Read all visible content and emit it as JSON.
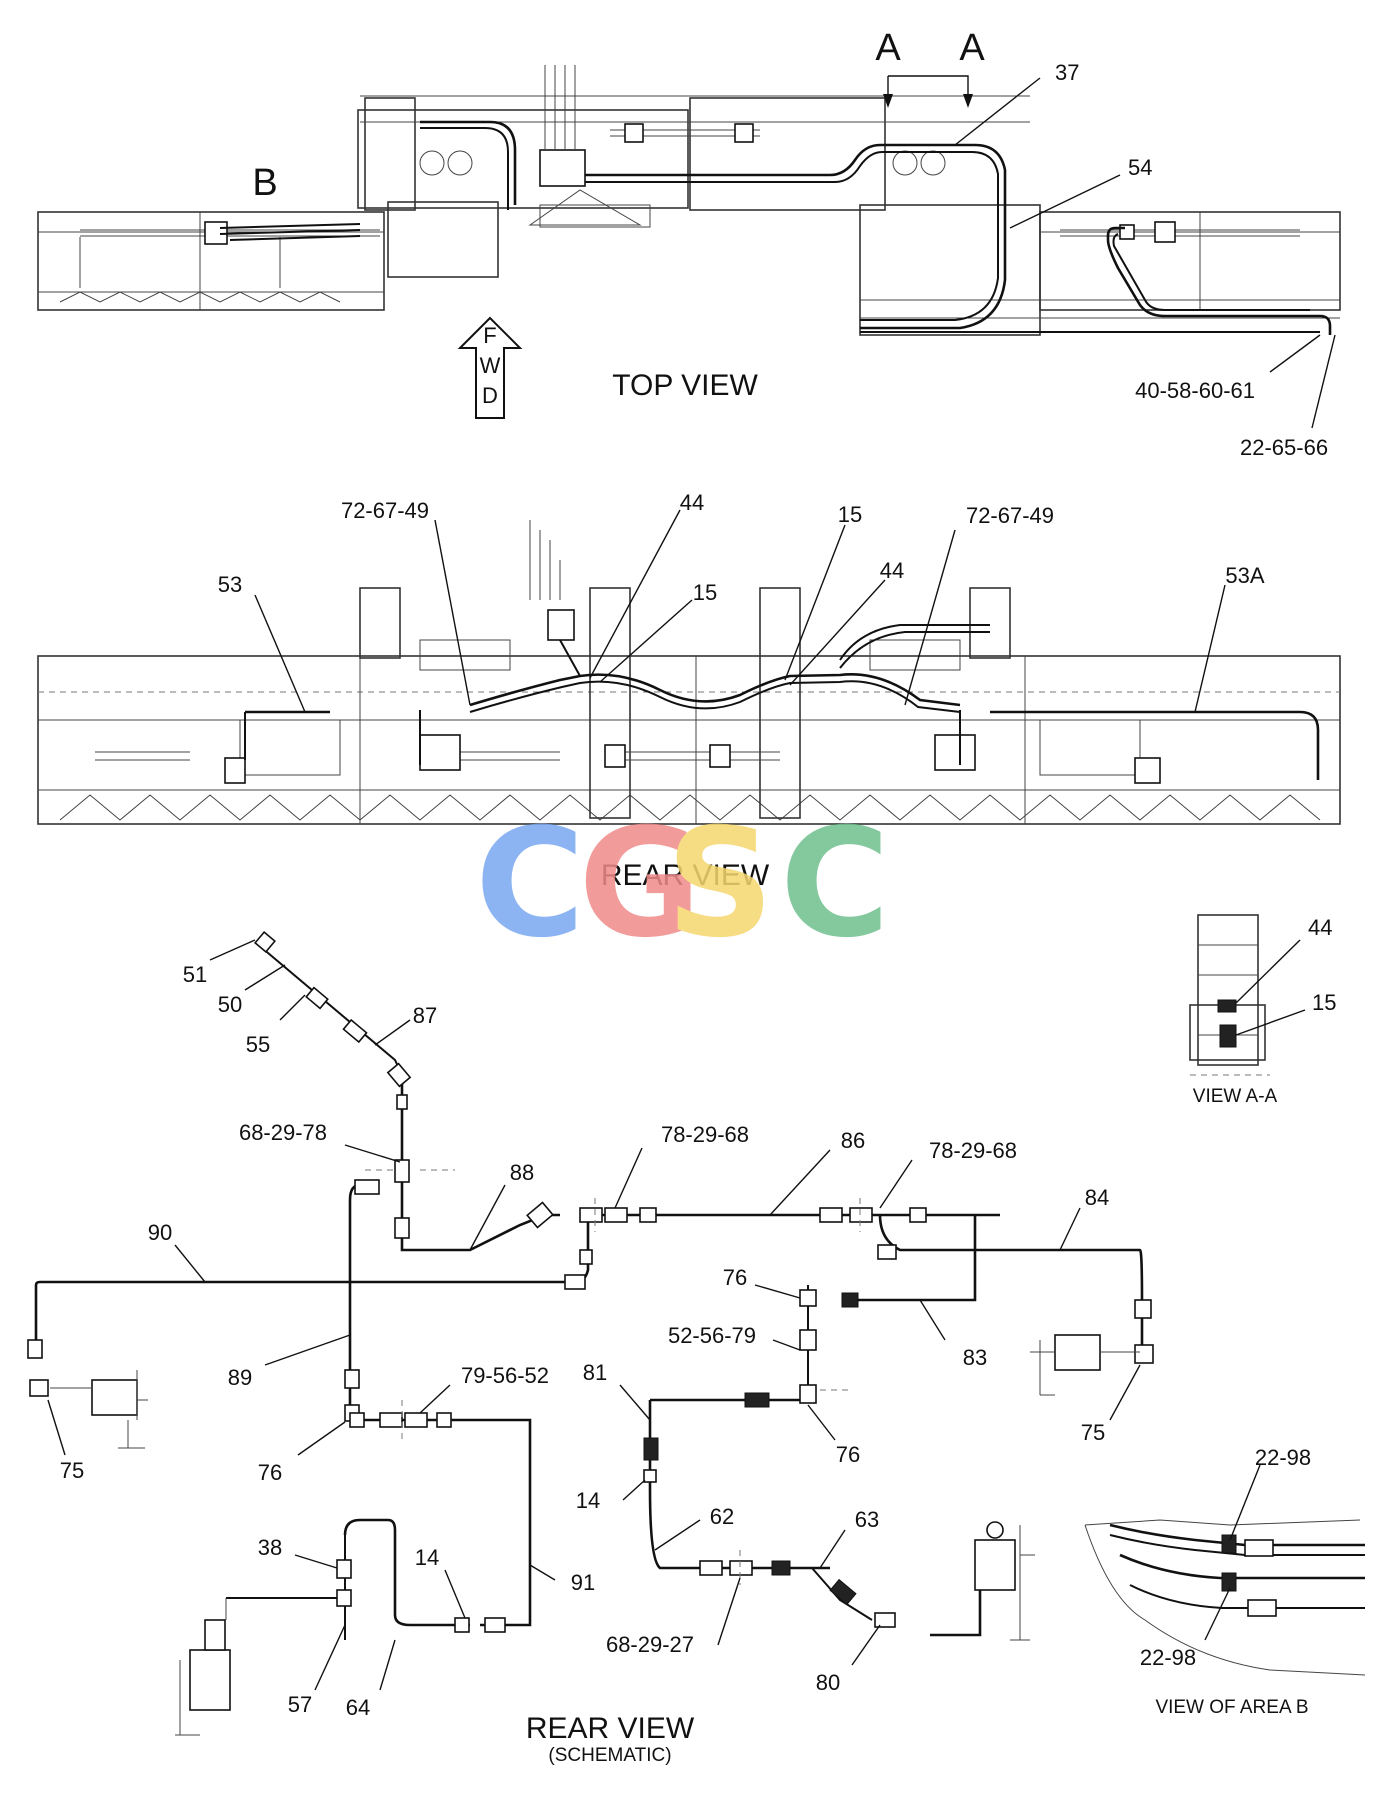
{
  "top_view": {
    "title": "TOP VIEW",
    "fwd_letters": [
      "F",
      "W",
      "D"
    ],
    "section_letters": [
      "A",
      "A"
    ],
    "area_letter": "B",
    "callouts": [
      "37",
      "54",
      "40-58-60-61",
      "22-65-66"
    ]
  },
  "rear_view": {
    "title": "REAR VIEW",
    "callouts": [
      "72-67-49",
      "44",
      "15",
      "53",
      "15",
      "44",
      "72-67-49",
      "53A"
    ]
  },
  "view_aa": {
    "title": "VIEW  A-A",
    "callouts": [
      "44",
      "15"
    ]
  },
  "schematic": {
    "title": "REAR VIEW",
    "subtitle": "(SCHEMATIC)",
    "callouts": [
      "51",
      "50",
      "55",
      "87",
      "68-29-78",
      "88",
      "78-29-68",
      "86",
      "78-29-68",
      "84",
      "90",
      "76",
      "83",
      "52-56-79",
      "89",
      "79-56-52",
      "81",
      "76",
      "75",
      "75",
      "76",
      "38",
      "14",
      "14",
      "62",
      "63",
      "91",
      "57",
      "64",
      "68-29-27",
      "80"
    ]
  },
  "view_b": {
    "title": "VIEW OF AREA  B",
    "callouts": [
      "22-98",
      "22-98"
    ]
  },
  "watermark": {
    "letters": [
      "C",
      "G",
      "S",
      "C"
    ],
    "colors": [
      "#7aa7f0",
      "#f08a8a",
      "#f5d76e",
      "#6fbf8e"
    ]
  }
}
